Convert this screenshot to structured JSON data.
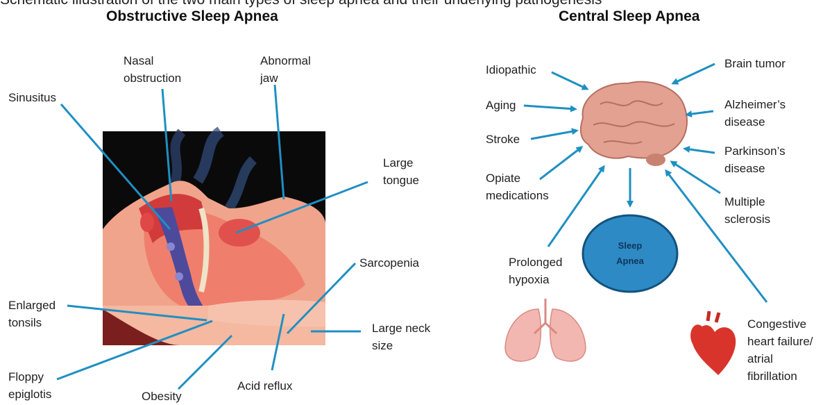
{
  "header": {
    "cut_caption": "Schematic illustration of the two main types of sleep apnea and their underlying pathogenesis"
  },
  "obstructive": {
    "title": "Obstructive Sleep Apnea",
    "labels": {
      "nasal_obstruction": [
        "Nasal",
        "obstruction"
      ],
      "abnormal_jaw": [
        "Abnormal",
        "jaw"
      ],
      "sinusitus": "Sinusitus",
      "large_tongue": [
        "Large",
        "tongue"
      ],
      "sarcopenia": "Sarcopenia",
      "enlarged_tonsils": [
        "Enlarged",
        "tonsils"
      ],
      "large_neck_size": [
        "Large neck",
        "size"
      ],
      "floppy_epiglotis": [
        "Floppy",
        "epiglotis"
      ],
      "obesity": "Obesity",
      "acid_reflux": "Acid reflux"
    }
  },
  "central": {
    "title": "Central Sleep Apnea",
    "labels": {
      "idiopathic": "Idiopathic",
      "aging": "Aging",
      "stroke": "Stroke",
      "opiate": [
        "Opiate",
        "medications"
      ],
      "brain_tumor": "Brain tumor",
      "alzheimers": [
        "Alzheimer’s",
        "disease"
      ],
      "parkinsons": [
        "Parkinson’s",
        "disease"
      ],
      "ms": [
        "Multiple",
        "sclerosis"
      ],
      "hypoxia": [
        "Prolonged",
        "hypoxia"
      ],
      "chf": [
        "Congestive",
        "heart failure/",
        "atrial",
        "fibrillation"
      ]
    },
    "center": [
      "Sleep",
      "Apnea"
    ]
  },
  "colors": {
    "leader_line": "#1f8fc2",
    "bubble_fill": "#2d8ac4",
    "bubble_stroke": "#12527e",
    "brain": "#e3a192",
    "skin": "#f2aa92",
    "airway": "#4d4a9c"
  }
}
